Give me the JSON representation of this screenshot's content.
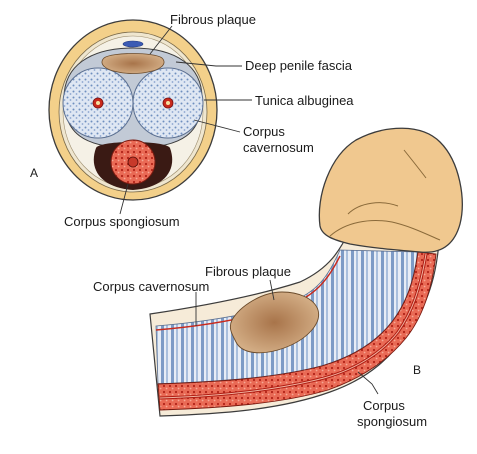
{
  "panels": {
    "a_letter": "A",
    "b_letter": "B"
  },
  "labels_a": {
    "fibrous_plaque": "Fibrous plaque",
    "deep_fascia": "Deep penile fascia",
    "tunica": "Tunica albuginea",
    "cavernosum_line1": "Corpus",
    "cavernosum_line2": "cavernosum",
    "spongiosum": "Corpus spongiosum"
  },
  "labels_b": {
    "fibrous_plaque": "Fibrous plaque",
    "cavernosum": "Corpus cavernosum",
    "spongiosum_line1": "Corpus",
    "spongiosum_line2": "spongiosum"
  },
  "colors": {
    "skin": "#f3d08a",
    "fascia_ring": "#e8e2cf",
    "tunica": "#b7c0cc",
    "cavernous_tissue": "#c7d4e8",
    "artery": "#c92a1d",
    "plaque": "#b98552",
    "spongiosum": "#d23d2e",
    "outline": "#3c3c3c",
    "glans": "#f0c88f",
    "leader": "#333333"
  }
}
